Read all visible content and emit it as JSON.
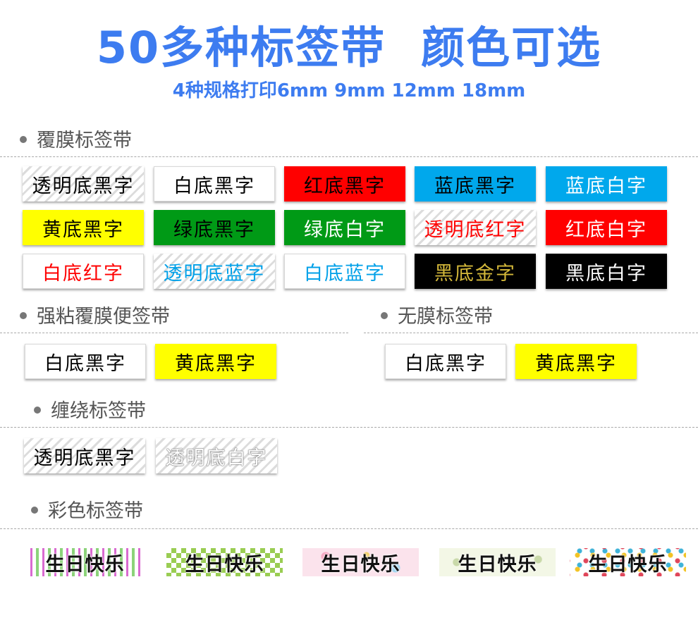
{
  "header": {
    "title_part1": "50多种标签带",
    "title_part2": "颜色可选",
    "subtitle": "4种规格打印6mm  9mm  12mm 18mm"
  },
  "sections": {
    "laminated": {
      "heading": "覆膜标签带",
      "tapes": [
        {
          "label": "透明底黑字",
          "bg": "clear",
          "color": "#000000"
        },
        {
          "label": "白底黑字",
          "bg": "#ffffff",
          "color": "#000000"
        },
        {
          "label": "红底黑字",
          "bg": "#ff0000",
          "color": "#000000"
        },
        {
          "label": "蓝底黑字",
          "bg": "#00a8ec",
          "color": "#000000"
        },
        {
          "label": "蓝底白字",
          "bg": "#00a8ec",
          "color": "#ffffff"
        },
        {
          "label": "黄底黑字",
          "bg": "#ffff00",
          "color": "#000000"
        },
        {
          "label": "绿底黑字",
          "bg": "#009a16",
          "color": "#000000"
        },
        {
          "label": "绿底白字",
          "bg": "#009a16",
          "color": "#ffffff"
        },
        {
          "label": "透明底红字",
          "bg": "clear",
          "color": "#ff0000"
        },
        {
          "label": "红底白字",
          "bg": "#ff0000",
          "color": "#ffffff"
        },
        {
          "label": "白底红字",
          "bg": "#ffffff",
          "color": "#ff0000"
        },
        {
          "label": "透明底蓝字",
          "bg": "clear",
          "color": "#00a0e8"
        },
        {
          "label": "白底蓝字",
          "bg": "#ffffff",
          "color": "#00a0e8"
        },
        {
          "label": "黑底金字",
          "bg": "#000000",
          "color": "#d4b83a"
        },
        {
          "label": "黑底白字",
          "bg": "#000000",
          "color": "#ffffff"
        }
      ]
    },
    "strong": {
      "heading": "强粘覆膜便签带",
      "tapes": [
        {
          "label": "白底黑字",
          "bg": "#ffffff",
          "color": "#000000"
        },
        {
          "label": "黄底黑字",
          "bg": "#ffff00",
          "color": "#000000"
        }
      ]
    },
    "nonlaminated": {
      "heading": "无膜标签带",
      "tapes": [
        {
          "label": "白底黑字",
          "bg": "#ffffff",
          "color": "#000000"
        },
        {
          "label": "黄底黑字",
          "bg": "#ffff00",
          "color": "#000000"
        }
      ]
    },
    "wrap": {
      "heading": "缠绕标签带",
      "tapes": [
        {
          "label": "透明底黑字",
          "bg": "clear",
          "color": "#000000"
        },
        {
          "label": "透明底白字",
          "bg": "clear",
          "color": "#ffffff"
        }
      ]
    },
    "colorful": {
      "heading": "彩色标签带",
      "tapes": [
        {
          "label": "生日快乐",
          "pattern": "stripes"
        },
        {
          "label": "生日快乐",
          "pattern": "checker"
        },
        {
          "label": "生日快乐",
          "pattern": "floral"
        },
        {
          "label": "生日快乐",
          "pattern": "leaf"
        },
        {
          "label": "生日快乐",
          "pattern": "dots"
        }
      ]
    }
  }
}
